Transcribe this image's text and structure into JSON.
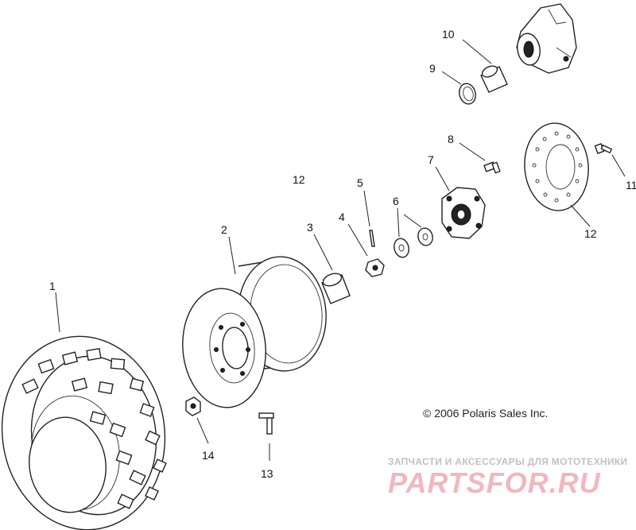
{
  "callouts": {
    "c1": "1",
    "c2": "2",
    "c3": "3",
    "c4": "4",
    "c5": "5",
    "c6": "6",
    "c7": "7",
    "c8": "8",
    "c9": "9",
    "c10": "10",
    "c11": "11",
    "c12a": "12",
    "c12b": "12",
    "c13": "13",
    "c14": "14"
  },
  "copyright": "© 2006 Polaris Sales Inc.",
  "watermark": {
    "tagline": "ЗАПЧАСТИ И АКСЕССУАРЫ ДЛЯ МОТОТЕХНИКИ",
    "logo": "PARTSFOR.RU"
  }
}
